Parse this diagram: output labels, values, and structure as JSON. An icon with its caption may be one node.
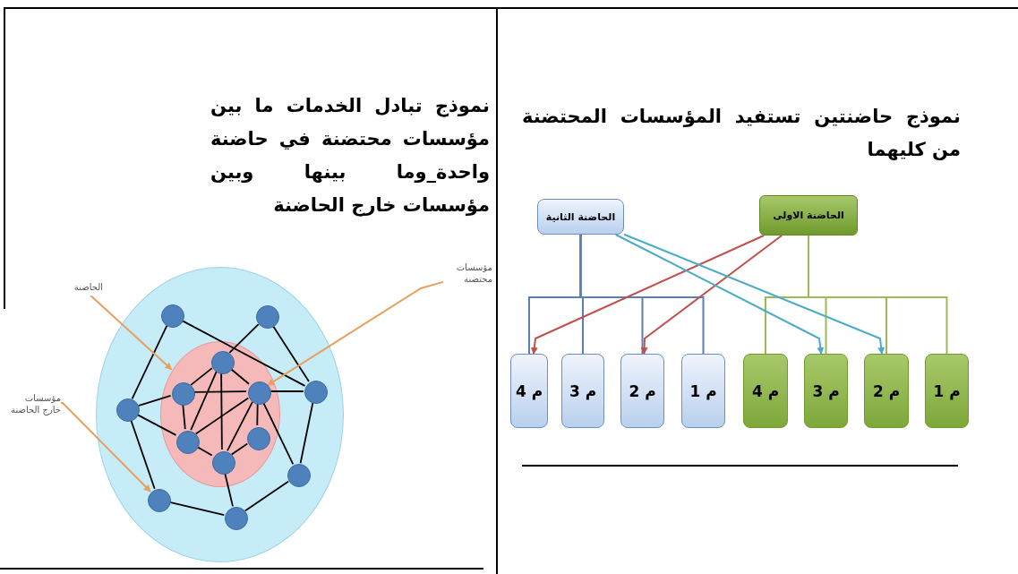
{
  "diagram": {
    "nodes": [
      {
        "text": [
          "الحاضنة الثانية"
        ]
      },
      {
        "text": [
          "الحاضنة الاولى"
        ]
      },
      {
        "text": [
          "م 4"
        ]
      },
      {
        "text": [
          "م 3"
        ]
      },
      {
        "text": [
          "م 2"
        ]
      },
      {
        "text": [
          "م 1"
        ]
      },
      {
        "text": [
          "م 4"
        ]
      },
      {
        "text": [
          "م 3"
        ]
      },
      {
        "text": [
          "م 2"
        ]
      },
      {
        "text": [
          "م 1"
        ]
      },
      {
        "text": [],
        "shape": "circle"
      },
      {
        "text": [],
        "shape": "circle",
        "in": 10
      },
      {
        "text": [],
        "shape": "circle",
        "in": 10
      },
      {
        "text": [],
        "shape": "circle",
        "in": 10
      },
      {
        "text": [],
        "shape": "circle",
        "in": 10
      },
      {
        "text": [],
        "shape": "circle",
        "in": 10
      },
      {
        "text": [],
        "shape": "circle",
        "in": 10
      },
      {
        "text": [],
        "shape": "circle",
        "in": 10
      },
      {
        "text": [],
        "shape": "circle",
        "in": 10
      },
      {
        "text": [],
        "shape": "circle",
        "in": 11
      },
      {
        "text": [],
        "shape": "circle",
        "in": 11
      },
      {
        "text": [],
        "shape": "circle",
        "in": 11
      },
      {
        "text": [],
        "shape": "circle",
        "in": 11
      },
      {
        "text": [],
        "shape": "circle",
        "in": 11
      },
      {
        "text": [],
        "shape": "circle",
        "in": 11
      },
      {
        "text": [
          "الحاضنة"
        ]
      },
      {
        "text": [
          "مؤسسات محتضنة"
        ]
      },
      {
        "text": [
          "مؤسسات خارج الحاضنة"
        ]
      }
    ],
    "edges": [
      {
        "from": 0,
        "to": 2,
        "arrow": "none",
        "color": "#5b7fb5"
      },
      {
        "from": 0,
        "to": 3,
        "arrow": "none",
        "color": "#5b7fb5"
      },
      {
        "from": 0,
        "to": 4,
        "arrow": "none",
        "color": "#5b7fb5"
      },
      {
        "from": 0,
        "to": 5,
        "arrow": "none",
        "color": "#5b7fb5"
      },
      {
        "from": 1,
        "to": 6,
        "arrow": "none",
        "color": "#9bbb59"
      },
      {
        "from": 1,
        "to": 7,
        "arrow": "none",
        "color": "#9bbb59"
      },
      {
        "from": 1,
        "to": 8,
        "arrow": "none",
        "color": "#9bbb59"
      },
      {
        "from": 1,
        "to": 9,
        "arrow": "none",
        "color": "#9bbb59"
      },
      {
        "from": 1,
        "to": 2,
        "arrow": "to",
        "color": "#c0504d"
      },
      {
        "from": 1,
        "to": 4,
        "arrow": "to",
        "color": "#c0504d"
      },
      {
        "from": 0,
        "to": 7,
        "arrow": "to",
        "color": "#4bacc6"
      },
      {
        "from": 0,
        "to": 8,
        "arrow": "to",
        "color": "#4bacc6"
      },
      {
        "from": 12,
        "to": 15,
        "arrow": "none"
      },
      {
        "from": 12,
        "to": 14,
        "arrow": "none"
      },
      {
        "from": 13,
        "to": 19,
        "arrow": "none"
      },
      {
        "from": 13,
        "to": 14,
        "arrow": "none"
      },
      {
        "from": 14,
        "to": 16,
        "arrow": "none"
      },
      {
        "from": 16,
        "to": 18,
        "arrow": "none"
      },
      {
        "from": 18,
        "to": 17,
        "arrow": "none"
      },
      {
        "from": 17,
        "to": 15,
        "arrow": "none"
      },
      {
        "from": 15,
        "to": 20,
        "arrow": "none"
      },
      {
        "from": 15,
        "to": 22,
        "arrow": "none"
      },
      {
        "from": 19,
        "to": 20,
        "arrow": "none"
      },
      {
        "from": 19,
        "to": 21,
        "arrow": "none"
      },
      {
        "from": 20,
        "to": 21,
        "arrow": "none"
      },
      {
        "from": 21,
        "to": 14,
        "arrow": "none"
      },
      {
        "from": 20,
        "to": 22,
        "arrow": "none"
      },
      {
        "from": 19,
        "to": 22,
        "arrow": "none"
      },
      {
        "from": 19,
        "to": 24,
        "arrow": "none"
      },
      {
        "from": 21,
        "to": 22,
        "arrow": "none"
      },
      {
        "from": 21,
        "to": 24,
        "arrow": "none"
      },
      {
        "from": 21,
        "to": 23,
        "arrow": "none"
      },
      {
        "from": 23,
        "to": 24,
        "arrow": "none"
      },
      {
        "from": 22,
        "to": 24,
        "arrow": "none"
      },
      {
        "from": 24,
        "to": 18,
        "arrow": "none"
      },
      {
        "from": 21,
        "to": 16,
        "arrow": "none"
      },
      {
        "from": 25,
        "to": 11,
        "arrow": "to",
        "color": "#e8a060"
      },
      {
        "from": 26,
        "to": 21,
        "arrow": "to",
        "color": "#e8a060"
      },
      {
        "from": 27,
        "to": 17,
        "arrow": "to",
        "color": "#e8a060"
      }
    ],
    "labels": [
      "نموذج حاضنتين تستفيد المؤسسات المحتضنة من كليهما",
      "نموذج تبادل الخدمات ما بين مؤسسات محتضنة في حاضنة واحدة_وما بينها وبين مؤسسات خارج الحاضنة"
    ]
  }
}
